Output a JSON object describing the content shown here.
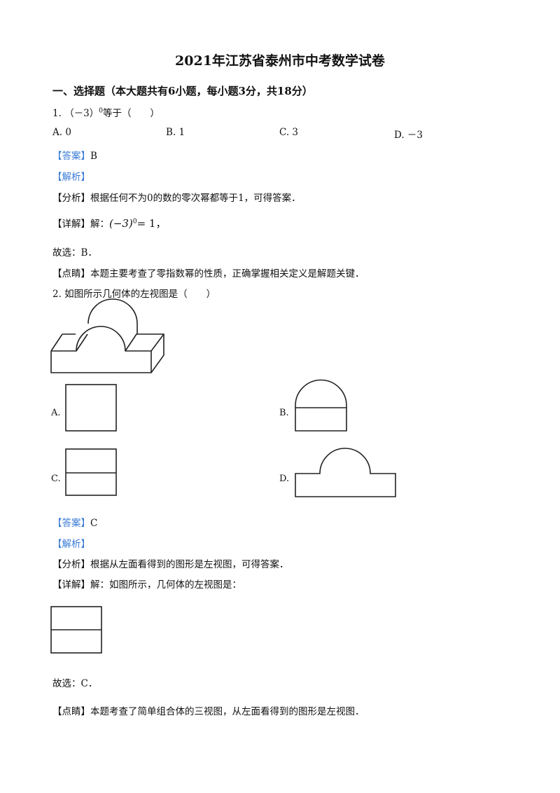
{
  "title": "2021年江苏省泰州市中考数学试卷",
  "section": "一、选择题（本大题共有6小题，每小题3分，共18分）",
  "q1": {
    "stem_prefix": "1. （－3）",
    "stem_sup": "0",
    "stem_suffix": "等于（　　）",
    "options": [
      "A.  0",
      "B.  1",
      "C.  3",
      "D.  －3"
    ],
    "answer_tag": "【答案】",
    "answer": "B",
    "analysis_tag": "【解析】",
    "fenxi_tag": "【分析】",
    "fenxi": "根据任何不为0的数的零次幂都等于1，可得答案．",
    "detail_tag": "【详解】",
    "detail_prefix": "解：",
    "detail_math": "(−3)",
    "detail_sup": "0",
    "detail_rest": "= 1，",
    "choose": "故选：B．",
    "dianjing_tag": "【点睛】",
    "dianjing": "本题主要考查了零指数幂的性质，正确掌握相关定义是解题关键．"
  },
  "q2": {
    "stem": "2. 如图所示几何体的左视图是（　　）",
    "option_labels": [
      "A.",
      "B.",
      "C.",
      "D."
    ],
    "answer_tag": "【答案】",
    "answer": "C",
    "analysis_tag": "【解析】",
    "fenxi_tag": "【分析】",
    "fenxi": "根据从左面看得到的图形是左视图，可得答案．",
    "detail_tag": "【详解】",
    "detail": "解：如图所示，几何体的左视图是：",
    "choose": "故选：C．",
    "dianjing_tag": "【点睛】",
    "dianjing": "本题考查了简单组合体的三视图，从左面看得到的图形是左视图．"
  }
}
